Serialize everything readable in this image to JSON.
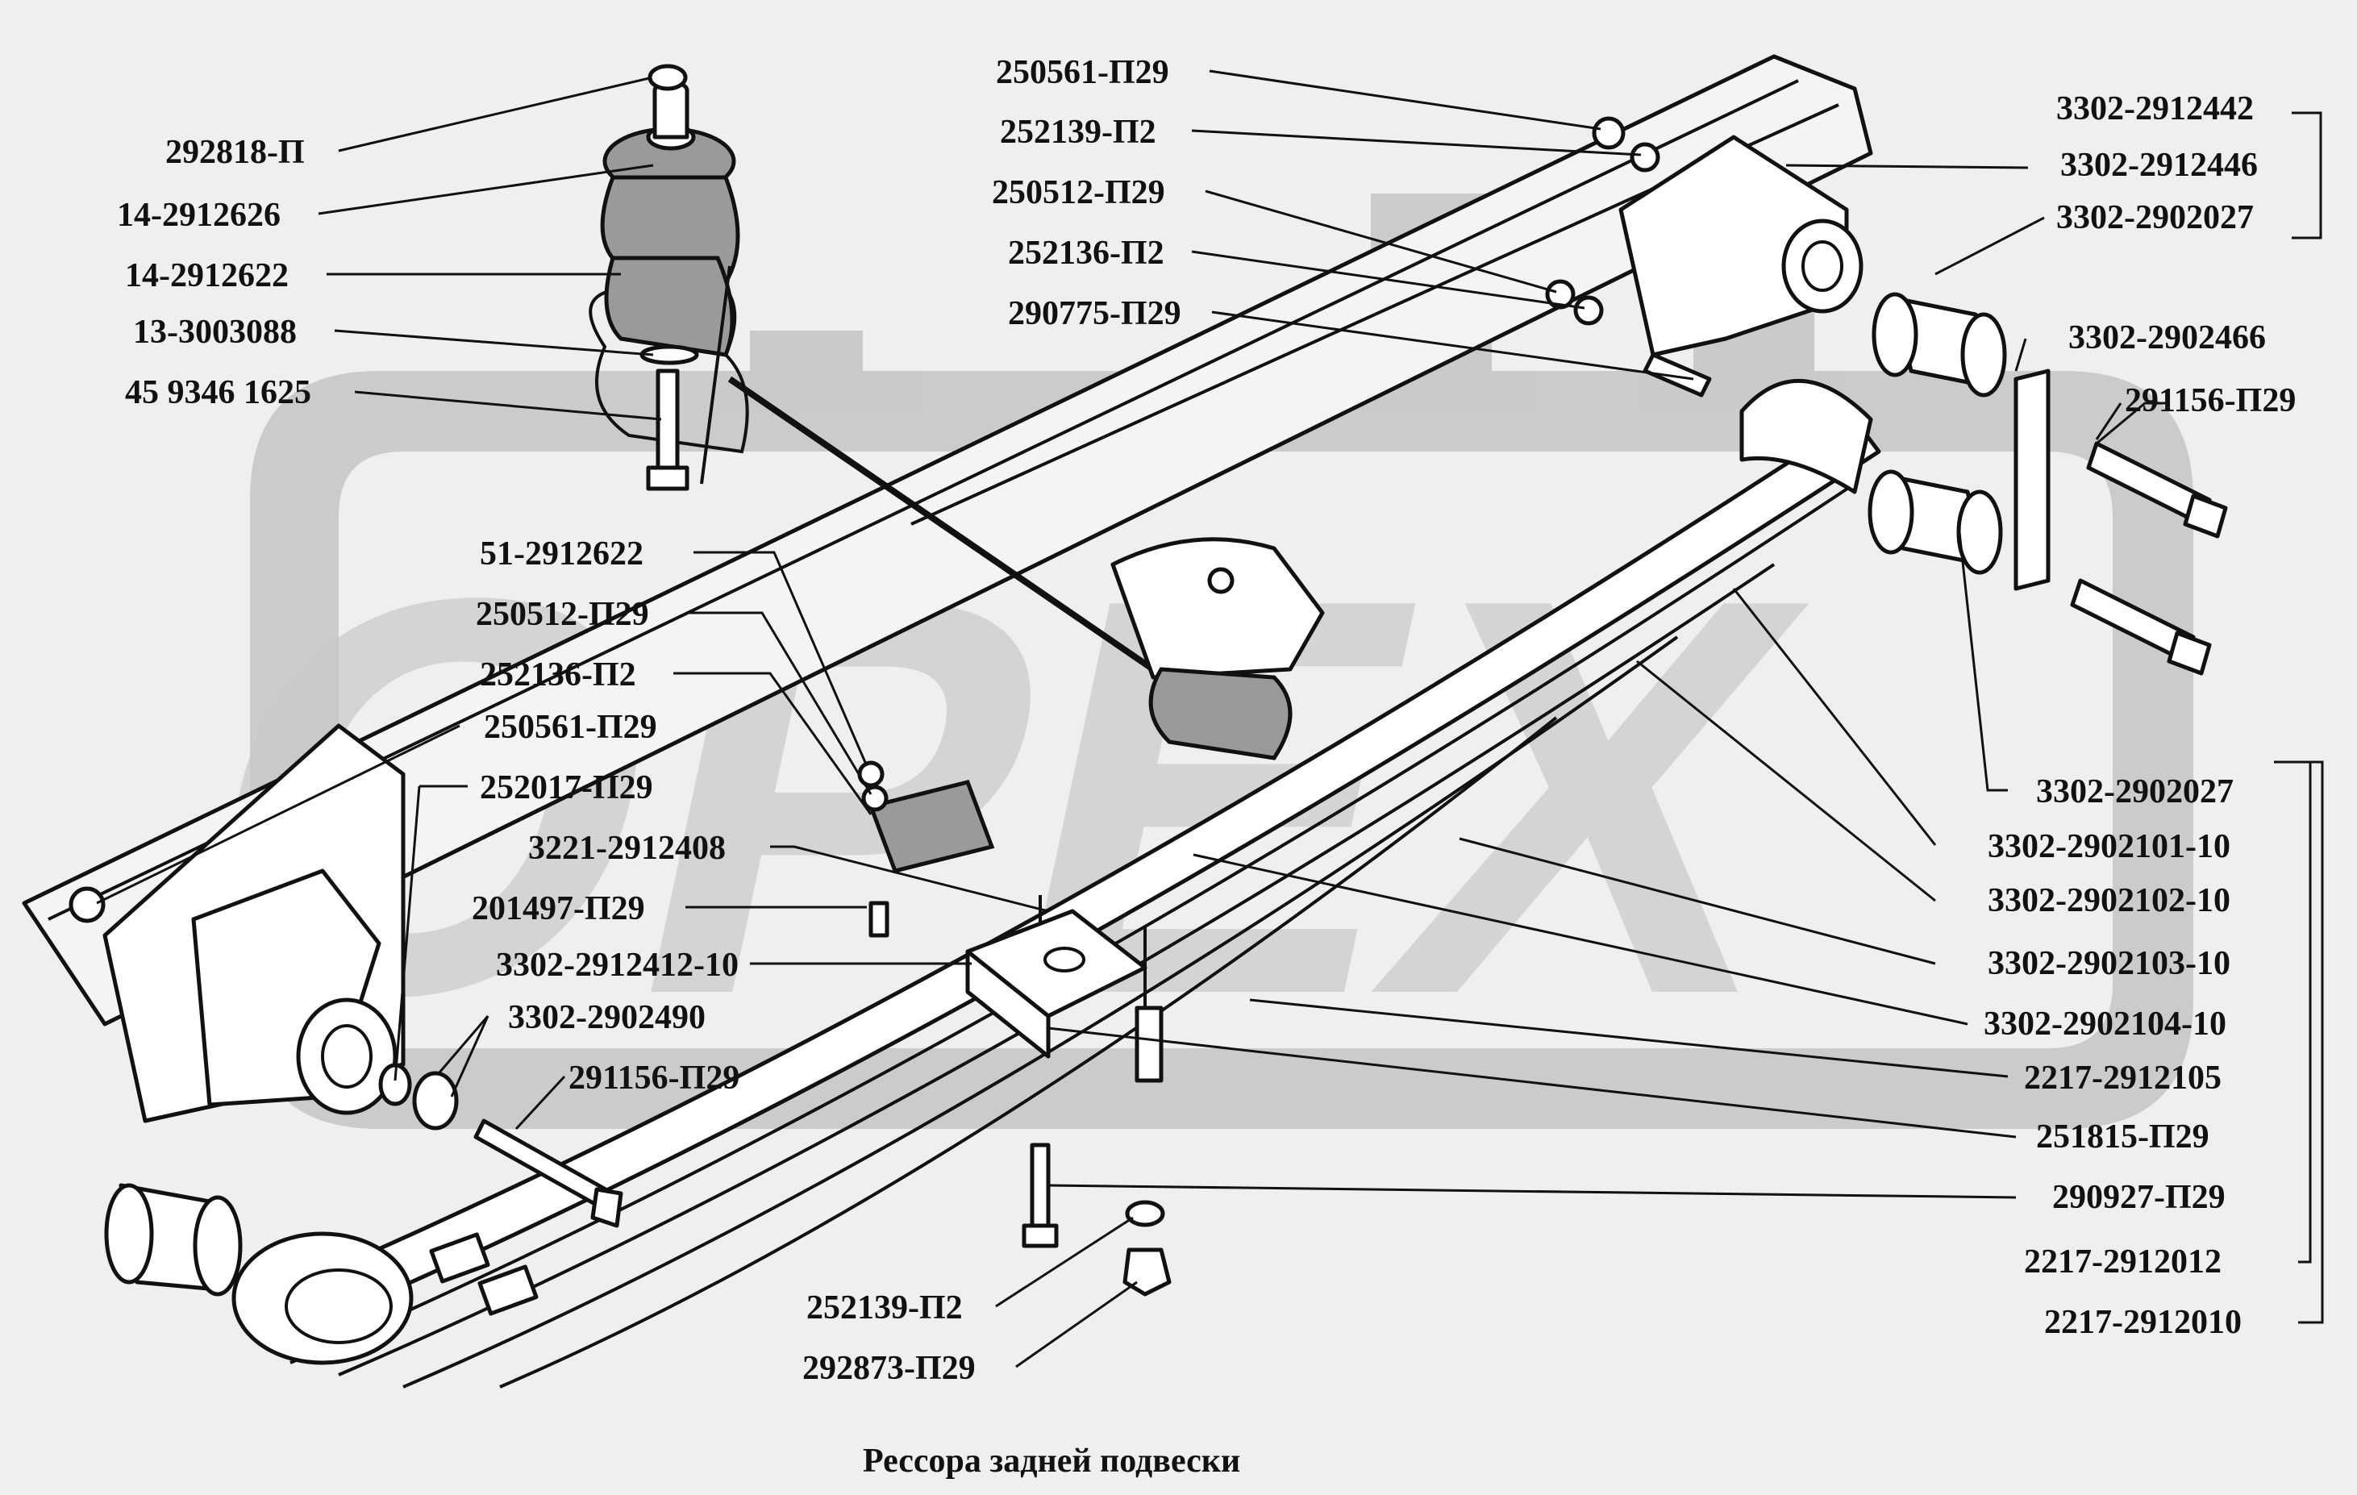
{
  "caption": "Рессора задней подвески",
  "watermark": "ОРЕХ",
  "labels": {
    "l1": "292818-П",
    "l2": "14-2912626",
    "l3": "14-2912622",
    "l4": "13-3003088",
    "l5": "45 9346 1625",
    "m1": "250561-П29",
    "m2": "252139-П2",
    "m3": "250512-П29",
    "m4": "252136-П2",
    "m5": "290775-П29",
    "c1": "51-2912622",
    "c2": "250512-П29",
    "c3": "252136-П2",
    "c4": "250561-П29",
    "c5": "252017-П29",
    "c6": "3221-2912408",
    "c7": "201497-П29",
    "c8": "3302-2912412-10",
    "c9": "3302-2902490",
    "c10": "291156-П29",
    "b1": "252139-П2",
    "b2": "292873-П29",
    "r1": "3302-2912442",
    "r2": "3302-2912446",
    "r3": "3302-2902027",
    "r4": "3302-2902466",
    "r5": "291156-П29",
    "r6": "3302-2902027",
    "r7": "3302-2902101-10",
    "r8": "3302-2902102-10",
    "r9": "3302-2902103-10",
    "r10": "3302-2902104-10",
    "r11": "2217-2912105",
    "r12": "251815-П29",
    "r13": "290927-П29",
    "r14": "2217-2912012",
    "r15": "2217-2912010"
  },
  "colors": {
    "background": "#efefef",
    "ink": "#111111",
    "watermark": "#c4c4c4",
    "rubber": "#9a9a9a"
  }
}
